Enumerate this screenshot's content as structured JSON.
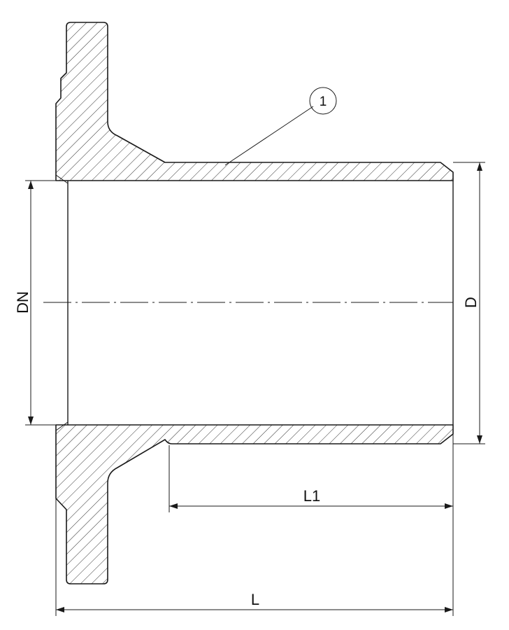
{
  "dimensions": {
    "nominal_diameter": "DN",
    "outer_diameter": "D",
    "spigot_length": "L1",
    "overall_length": "L"
  },
  "callouts": [
    {
      "label": "1"
    }
  ],
  "colors": {
    "line": "#1a1a1a",
    "background": "#ffffff"
  }
}
